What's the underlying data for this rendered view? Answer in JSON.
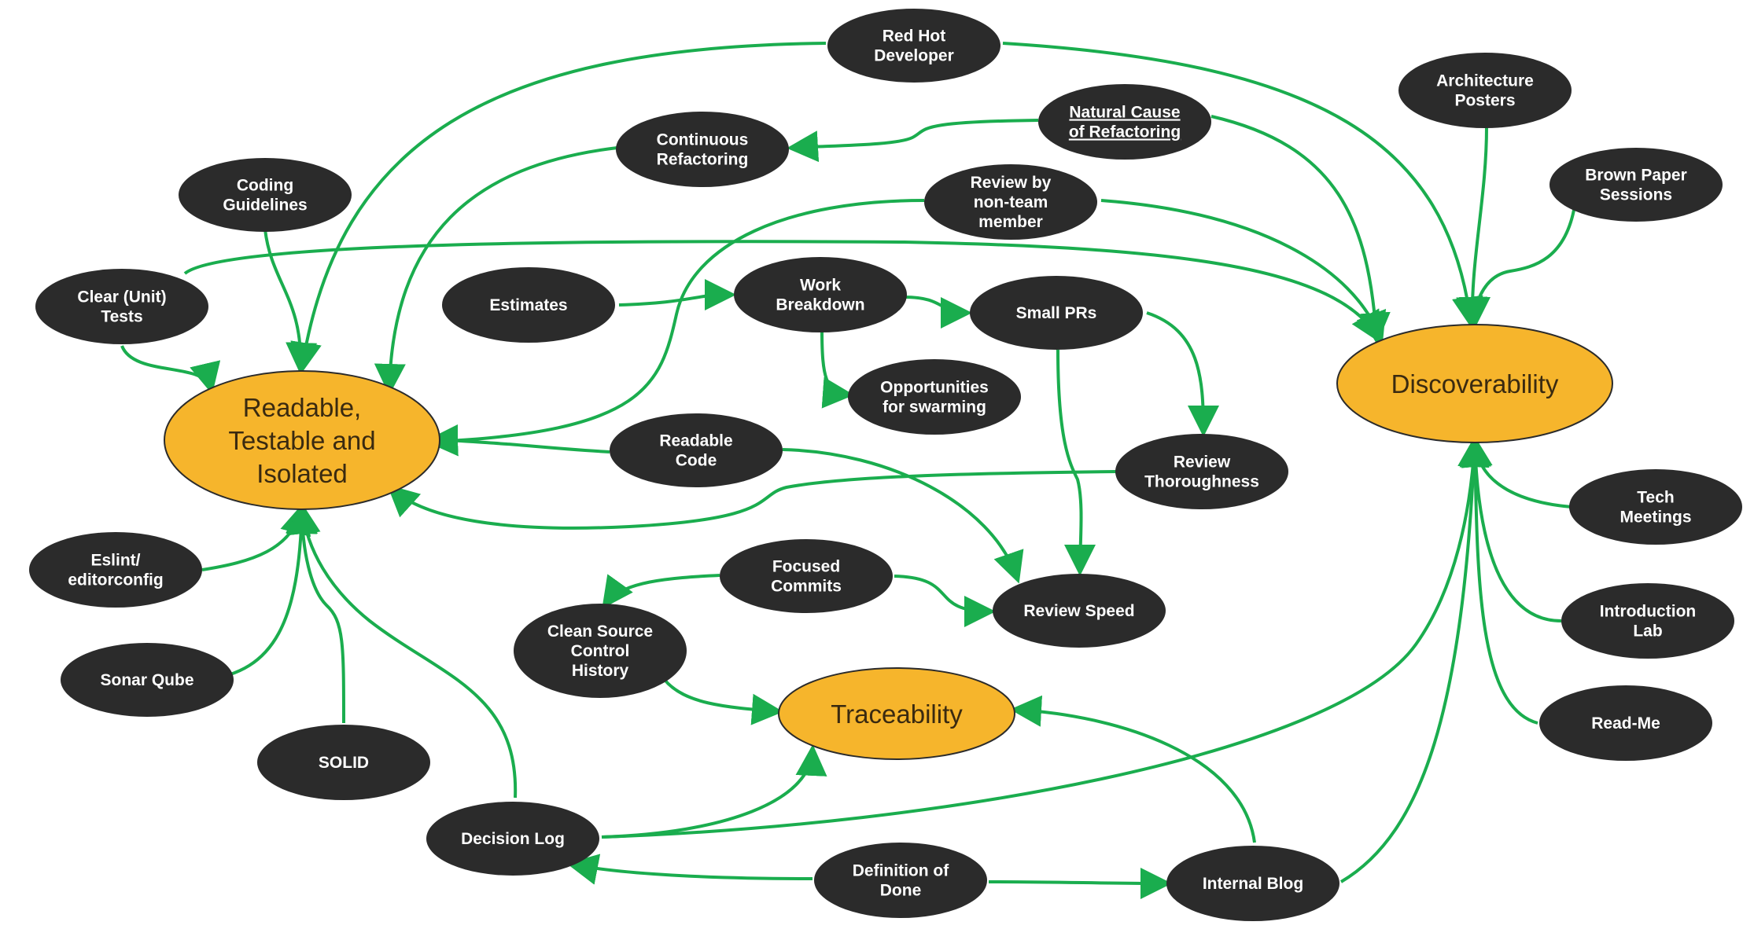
{
  "colors": {
    "edge": "#1aad4e",
    "node_fill": "#2b2b2b",
    "hub_fill": "#f6b52c",
    "hub_stroke": "#2b2b2b"
  },
  "nodes": [
    {
      "id": "red-hot-developer",
      "lines": [
        "Red Hot",
        "Developer"
      ]
    },
    {
      "id": "natural-cause",
      "lines": [
        "Natural Cause",
        "of Refactoring"
      ],
      "underline": true
    },
    {
      "id": "continuous-refactoring",
      "lines": [
        "Continuous",
        "Refactoring"
      ]
    },
    {
      "id": "architecture-posters",
      "lines": [
        "Architecture",
        "Posters"
      ]
    },
    {
      "id": "brown-paper-sessions",
      "lines": [
        "Brown Paper",
        "Sessions"
      ]
    },
    {
      "id": "coding-guidelines",
      "lines": [
        "Coding",
        "Guidelines"
      ]
    },
    {
      "id": "review-non-team",
      "lines": [
        "Review by",
        "non-team",
        "member"
      ]
    },
    {
      "id": "clear-unit-tests",
      "lines": [
        "Clear (Unit)",
        "Tests"
      ]
    },
    {
      "id": "estimates",
      "lines": [
        "Estimates"
      ]
    },
    {
      "id": "work-breakdown",
      "lines": [
        "Work",
        "Breakdown"
      ]
    },
    {
      "id": "small-prs",
      "lines": [
        "Small PRs"
      ]
    },
    {
      "id": "opportunities-swarming",
      "lines": [
        "Opportunities",
        "for swarming"
      ]
    },
    {
      "id": "readable-code",
      "lines": [
        "Readable",
        "Code"
      ]
    },
    {
      "id": "review-thoroughness",
      "lines": [
        "Review",
        "Thoroughness"
      ]
    },
    {
      "id": "tech-meetings",
      "lines": [
        "Tech",
        "Meetings"
      ]
    },
    {
      "id": "eslint",
      "lines": [
        "Eslint/",
        "editorconfig"
      ]
    },
    {
      "id": "focused-commits",
      "lines": [
        "Focused",
        "Commits"
      ]
    },
    {
      "id": "review-speed",
      "lines": [
        "Review Speed"
      ]
    },
    {
      "id": "introduction-lab",
      "lines": [
        "Introduction",
        "Lab"
      ]
    },
    {
      "id": "clean-source-history",
      "lines": [
        "Clean Source",
        "Control",
        "History"
      ]
    },
    {
      "id": "sonar-qube",
      "lines": [
        "Sonar Qube"
      ]
    },
    {
      "id": "read-me",
      "lines": [
        "Read-Me"
      ]
    },
    {
      "id": "solid",
      "lines": [
        "SOLID"
      ]
    },
    {
      "id": "decision-log",
      "lines": [
        "Decision Log"
      ]
    },
    {
      "id": "definition-of-done",
      "lines": [
        "Definition of",
        "Done"
      ]
    },
    {
      "id": "internal-blog",
      "lines": [
        "Internal Blog"
      ]
    }
  ],
  "hubs": [
    {
      "id": "readable-testable-isolated",
      "lines": [
        "Readable,",
        "Testable and",
        "Isolated"
      ]
    },
    {
      "id": "discoverability",
      "lines": [
        "Discoverability"
      ]
    },
    {
      "id": "traceability",
      "lines": [
        "Traceability"
      ]
    }
  ]
}
